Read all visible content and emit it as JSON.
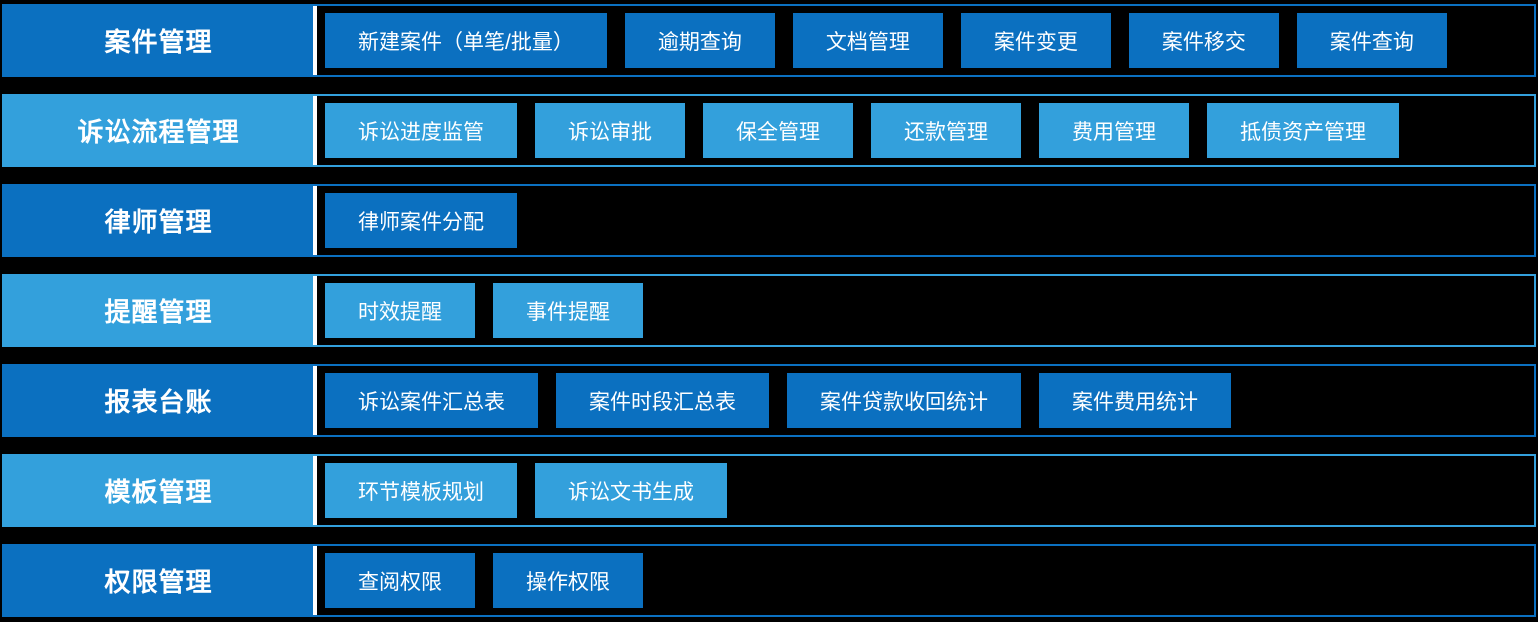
{
  "colors": {
    "dark_blue": "#0B70C0",
    "light_blue": "#33A0DC",
    "text": "#FFFFFF",
    "background": "#000000",
    "separator": "#FFFFFF"
  },
  "rows": [
    {
      "label": "案件管理",
      "tone": "dark",
      "buttons": [
        "新建案件（单笔/批量）",
        "逾期查询",
        "文档管理",
        "案件变更",
        "案件移交",
        "案件查询"
      ]
    },
    {
      "label": "诉讼流程管理",
      "tone": "light",
      "buttons": [
        "诉讼进度监管",
        "诉讼审批",
        "保全管理",
        "还款管理",
        "费用管理",
        "抵债资产管理"
      ]
    },
    {
      "label": "律师管理",
      "tone": "dark",
      "buttons": [
        "律师案件分配"
      ]
    },
    {
      "label": "提醒管理",
      "tone": "light",
      "buttons": [
        "时效提醒",
        "事件提醒"
      ]
    },
    {
      "label": "报表台账",
      "tone": "dark",
      "buttons": [
        "诉讼案件汇总表",
        "案件时段汇总表",
        "案件贷款收回统计",
        "案件费用统计"
      ]
    },
    {
      "label": "模板管理",
      "tone": "light",
      "buttons": [
        "环节模板规划",
        "诉讼文书生成"
      ]
    },
    {
      "label": "权限管理",
      "tone": "dark",
      "buttons": [
        "查阅权限",
        "操作权限"
      ]
    }
  ]
}
